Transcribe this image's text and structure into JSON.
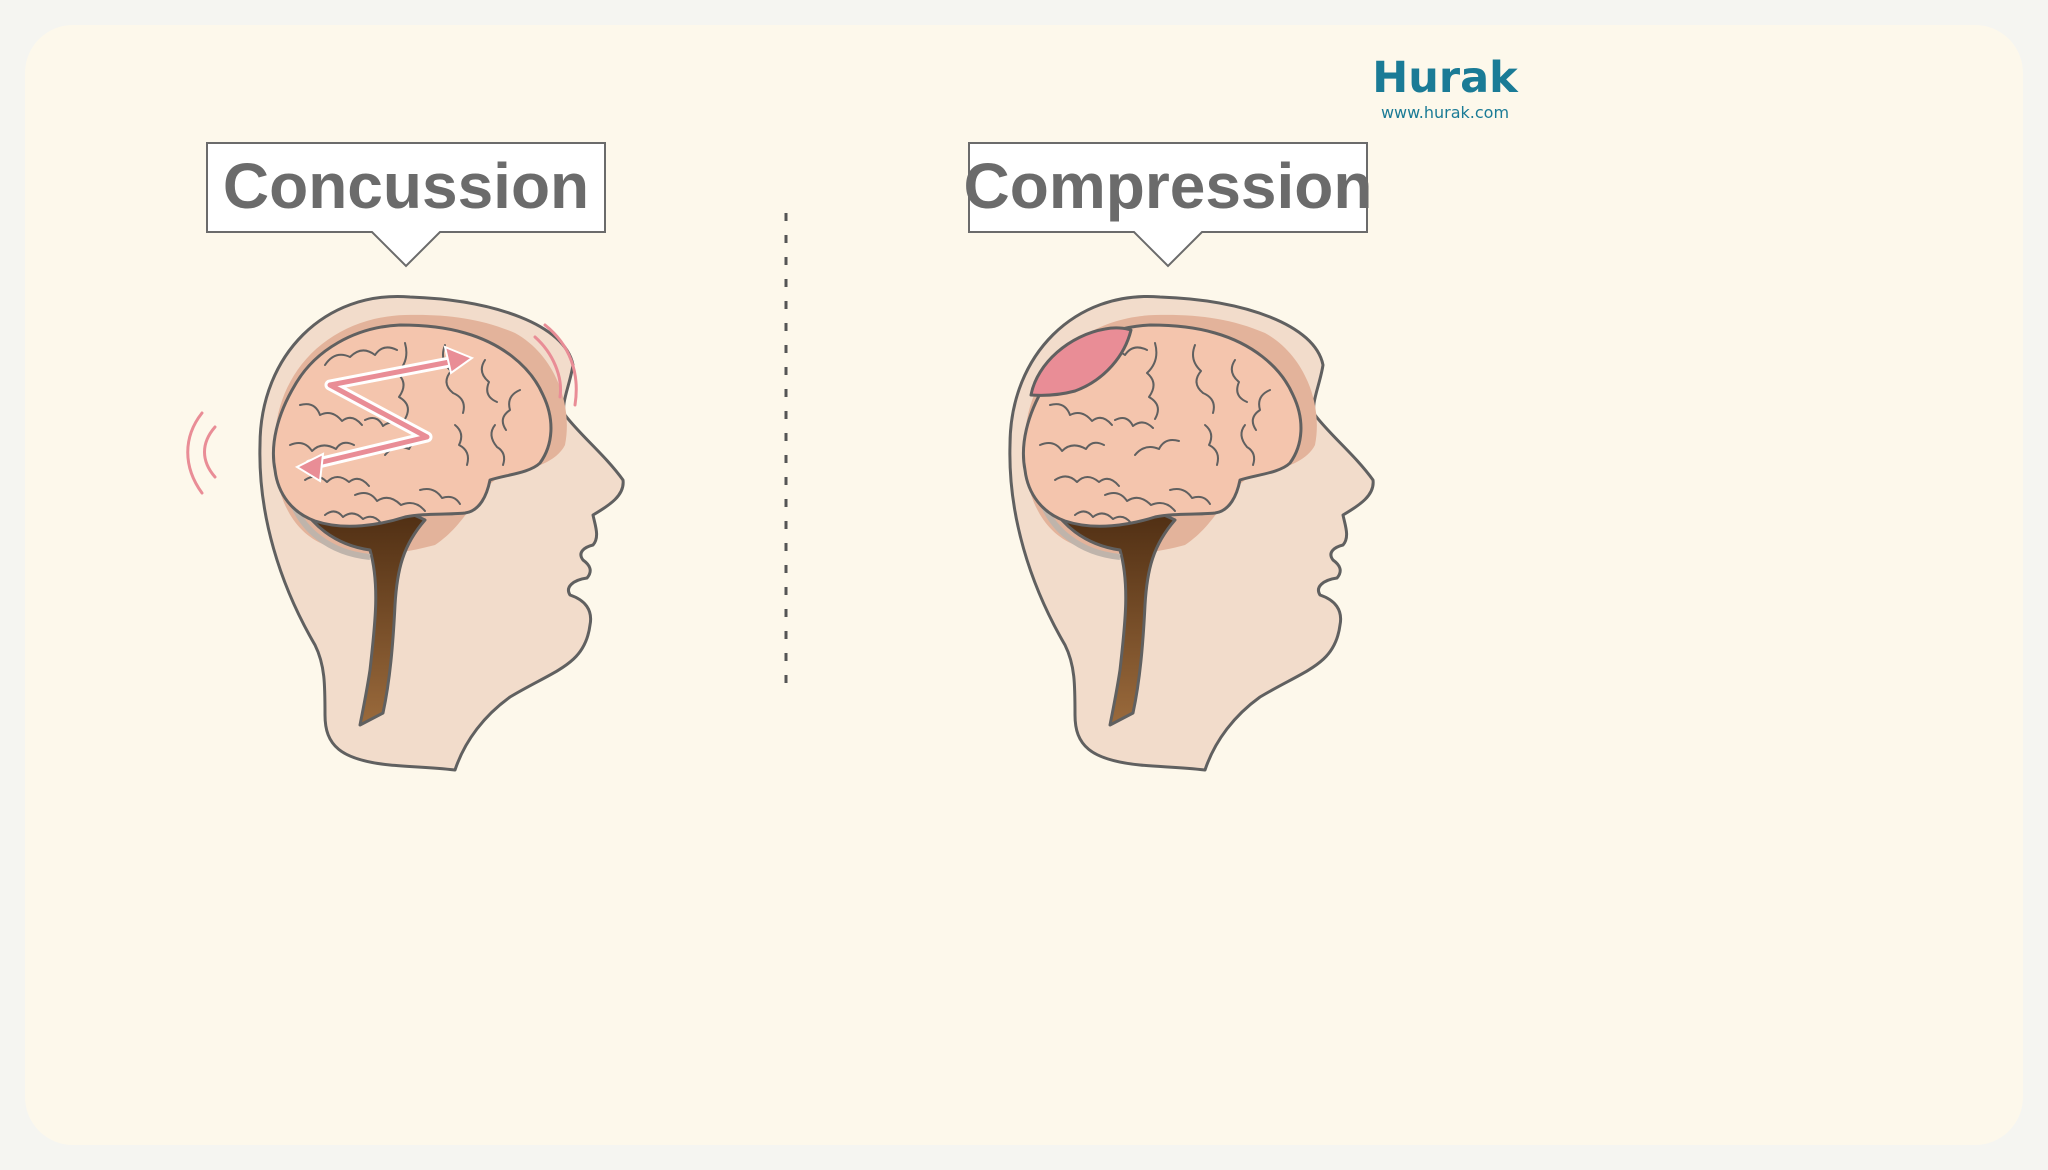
{
  "panels": {
    "left": {
      "label": "Concussion"
    },
    "right": {
      "label": "Compression"
    }
  },
  "brand": {
    "name": "Hurak",
    "url": "www.hurak.com"
  },
  "colors": {
    "background": "#fdf8eb",
    "skin": "#f2dccb",
    "skull_layer": "#e3b39b",
    "brain": "#f4c5ad",
    "brainstem": "#5a3418",
    "highlight": "#e98d96",
    "outline": "#606060",
    "label_text": "#6b6b6b",
    "brand": "#1a7b96"
  }
}
